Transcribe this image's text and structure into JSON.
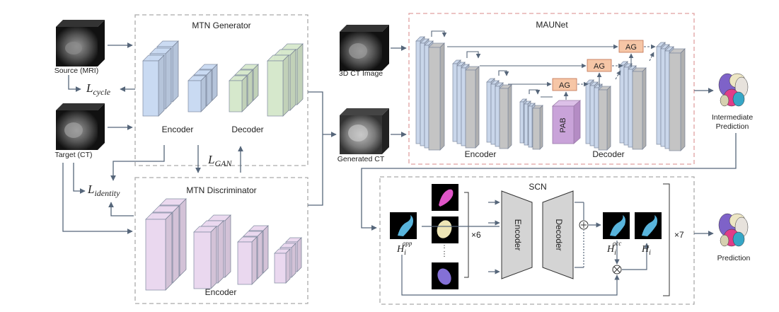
{
  "generator": {
    "title": "MTN Generator",
    "encoder": "Encoder",
    "decoder": "Decoder"
  },
  "discriminator": {
    "title": "MTN Discriminator",
    "encoder": "Encoder"
  },
  "inputs": {
    "source": "Source (MRI)",
    "target": "Target (CT)",
    "ct_image": "3D CT Image",
    "generated_ct": "Generated CT"
  },
  "losses": {
    "cycle": {
      "base": "L",
      "sub": "cycle"
    },
    "identity": {
      "base": "L",
      "sub": "identity"
    },
    "gan": {
      "base": "L",
      "sub": "GAN"
    }
  },
  "maunet": {
    "title": "MAUNet",
    "encoder": "Encoder",
    "decoder": "Decoder",
    "ag": "AG",
    "pab": "PAB"
  },
  "scn": {
    "title": "SCN",
    "encoder": "Encoder",
    "decoder": "Decoder",
    "repeat_inner": "×6",
    "repeat_outer": "×7",
    "h_app": {
      "base": "H",
      "sub": "i",
      "sup": "app"
    },
    "h_acc": {
      "base": "H",
      "sub": "i",
      "sup": "acc"
    },
    "h_i": {
      "base": "H",
      "sub": "i"
    }
  },
  "outputs": {
    "intermediate_line1": "Intermediate",
    "intermediate_line2": "Prediction",
    "prediction": "Prediction"
  },
  "colors": {
    "generator_encoder": "#c9daf2",
    "generator_decoder": "#d6e8cc",
    "discriminator": "#ead8ef",
    "maunet_block": "#c9d6ea",
    "maunet_gray": "#c4c4c4",
    "ag": "#f6c6a6",
    "pab": "#c9a3d9",
    "dashed_border": "#aaaaaa",
    "maunet_border": "#e0a0a0",
    "arrow": "#56667a"
  }
}
